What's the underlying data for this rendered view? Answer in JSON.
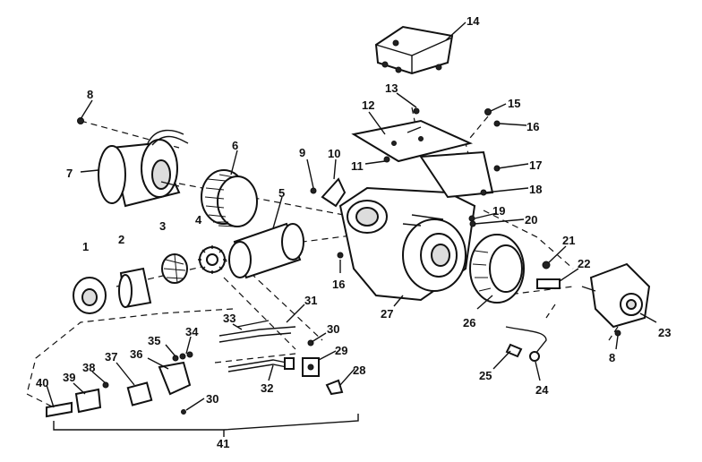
{
  "diagram": {
    "callouts": [
      {
        "id": "c1",
        "label": "1"
      },
      {
        "id": "c2",
        "label": "2"
      },
      {
        "id": "c3",
        "label": "3"
      },
      {
        "id": "c4",
        "label": "4"
      },
      {
        "id": "c5",
        "label": "5"
      },
      {
        "id": "c6",
        "label": "6"
      },
      {
        "id": "c7",
        "label": "7"
      },
      {
        "id": "c8a",
        "label": "8"
      },
      {
        "id": "c8b",
        "label": "8"
      },
      {
        "id": "c9",
        "label": "9"
      },
      {
        "id": "c10",
        "label": "10"
      },
      {
        "id": "c11",
        "label": "11"
      },
      {
        "id": "c12",
        "label": "12"
      },
      {
        "id": "c13",
        "label": "13"
      },
      {
        "id": "c14",
        "label": "14"
      },
      {
        "id": "c15",
        "label": "15"
      },
      {
        "id": "c16a",
        "label": "16"
      },
      {
        "id": "c16b",
        "label": "16"
      },
      {
        "id": "c17",
        "label": "17"
      },
      {
        "id": "c18",
        "label": "18"
      },
      {
        "id": "c19",
        "label": "19"
      },
      {
        "id": "c20",
        "label": "20"
      },
      {
        "id": "c21",
        "label": "21"
      },
      {
        "id": "c22",
        "label": "22"
      },
      {
        "id": "c23",
        "label": "23"
      },
      {
        "id": "c24",
        "label": "24"
      },
      {
        "id": "c25",
        "label": "25"
      },
      {
        "id": "c26",
        "label": "26"
      },
      {
        "id": "c27",
        "label": "27"
      },
      {
        "id": "c28",
        "label": "28"
      },
      {
        "id": "c29",
        "label": "29"
      },
      {
        "id": "c30a",
        "label": "30"
      },
      {
        "id": "c30b",
        "label": "30"
      },
      {
        "id": "c31",
        "label": "31"
      },
      {
        "id": "c32",
        "label": "32"
      },
      {
        "id": "c33",
        "label": "33"
      },
      {
        "id": "c34",
        "label": "34"
      },
      {
        "id": "c35",
        "label": "35"
      },
      {
        "id": "c36",
        "label": "36"
      },
      {
        "id": "c37",
        "label": "37"
      },
      {
        "id": "c38",
        "label": "38"
      },
      {
        "id": "c39",
        "label": "39"
      },
      {
        "id": "c40",
        "label": "40"
      },
      {
        "id": "c41",
        "label": "41"
      }
    ]
  }
}
